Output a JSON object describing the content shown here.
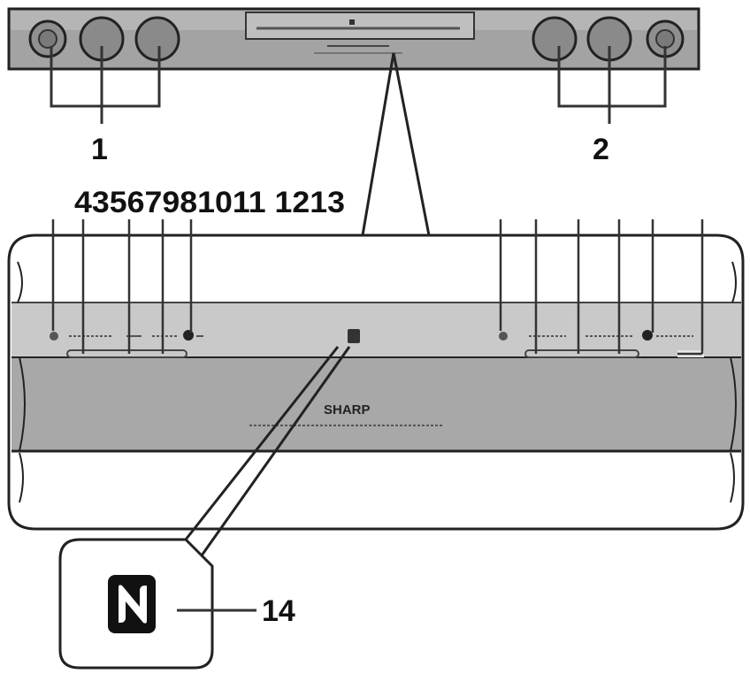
{
  "callouts": {
    "c1": "1",
    "c2": "2",
    "c3to13": "43567981011 1213",
    "c14": "14"
  },
  "panel": {
    "brand": "SHARP"
  },
  "icons": {
    "nfc": "nfc-logo-icon"
  },
  "colors": {
    "bar": "#a9a9a9",
    "bar_dark": "#8c8c8c",
    "outline": "#222222",
    "callout_line": "#333333"
  }
}
